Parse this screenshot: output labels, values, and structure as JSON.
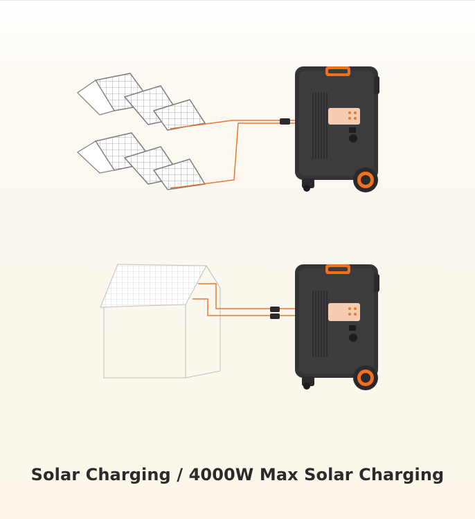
{
  "caption": "Solar Charging / 4000W Max Solar Charging",
  "colors": {
    "cable": "#e8782f",
    "accent": "#f07020",
    "unit_body": "#2f2f31",
    "panel_frame": "#8a8a8a",
    "house_outline": "#bdbdbd",
    "port_panel": "#f6cdb1"
  },
  "scenes": [
    {
      "name": "portable-solar-panels",
      "panel_count": 2
    },
    {
      "name": "rooftop-solar-house",
      "panel_count": 1
    }
  ]
}
